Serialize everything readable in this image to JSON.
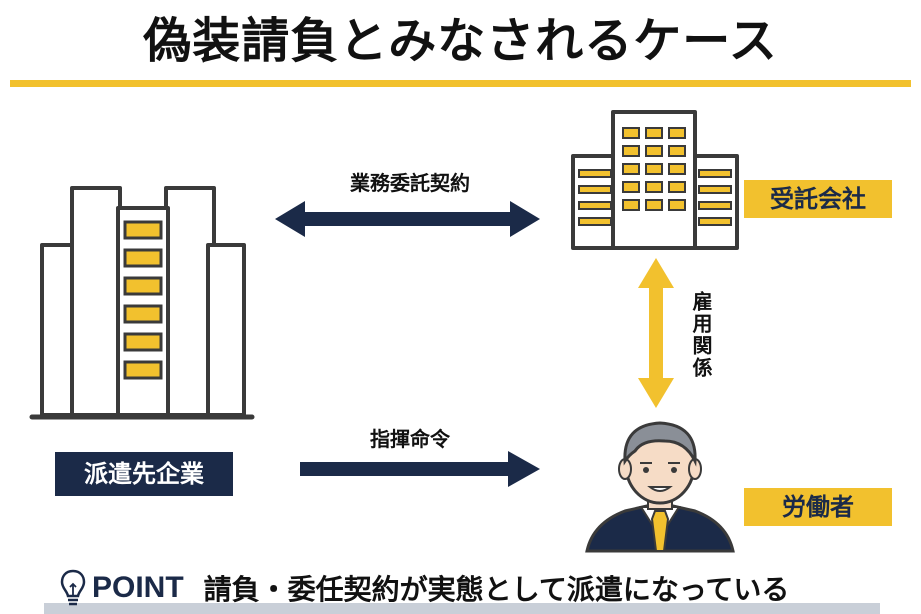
{
  "title": "偽装請負とみなされるケース",
  "nodes": {
    "client": "派遣先企業",
    "contractor": "受託会社",
    "worker": "労働者"
  },
  "relations": {
    "contract": "業務委託契約",
    "command": "指揮命令",
    "employment": "雇用関係"
  },
  "point": {
    "label": "POINT",
    "text": "請負・委任契約が実態として派遣になっている"
  },
  "colors": {
    "accent": "#f2c12e",
    "navy": "#1b2a48",
    "outline": "#3a3a3a"
  }
}
